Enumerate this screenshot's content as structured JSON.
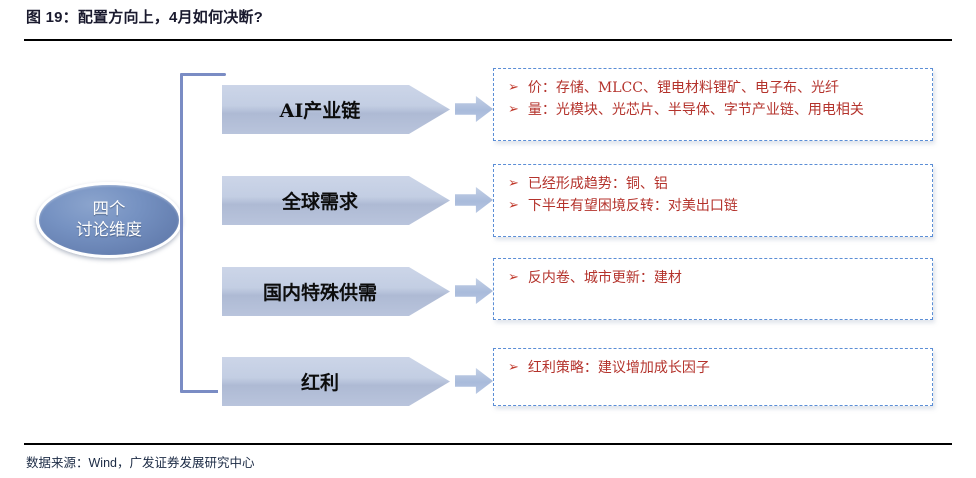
{
  "header": {
    "title": "图 19：配置方向上，4月如何决断?"
  },
  "footer": {
    "source": "数据来源：Wind，广发证券发展研究中心"
  },
  "diagram": {
    "hub": {
      "line1": "四个",
      "line2": "讨论维度"
    },
    "branches": [
      {
        "label": "AI产业链",
        "bullets": [
          {
            "mark": "➢",
            "text": "价：存储、MLCC、锂电材料锂矿、电子布、光纤"
          },
          {
            "mark": "➢",
            "text": "量：光模块、光芯片、半导体、字节产业链、用电相关"
          }
        ]
      },
      {
        "label": "全球需求",
        "bullets": [
          {
            "mark": "➢",
            "text": "已经形成趋势：铜、铝"
          },
          {
            "mark": "➢",
            "text": "下半年有望困境反转：对美出口链"
          }
        ]
      },
      {
        "label": "国内特殊供需",
        "bullets": [
          {
            "mark": "➢",
            "text": "反内卷、城市更新：建材"
          }
        ]
      },
      {
        "label": "红利",
        "bullets": [
          {
            "mark": "➢",
            "text": "红利策略：建议增加成长因子"
          }
        ]
      }
    ]
  },
  "colors": {
    "accent_blue": "#5b8ed6",
    "hub_blue": "#6b85b5",
    "bullet_red": "#b4332c",
    "rule_black": "#000000"
  }
}
